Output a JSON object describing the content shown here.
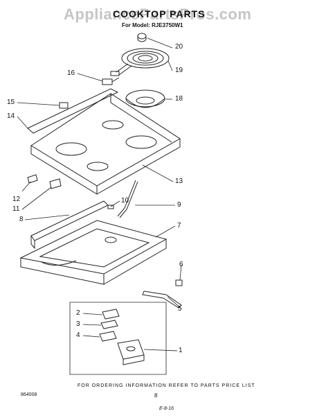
{
  "header": {
    "watermark": "AppliancePartsPros.com",
    "title": "COOKTOP PARTS",
    "model": "For Model: RJE3750W1"
  },
  "callouts": [
    "20",
    "19",
    "16",
    "18",
    "15",
    "14",
    "13",
    "12",
    "11",
    "10",
    "9",
    "8",
    "7",
    "6",
    "5",
    "2",
    "3",
    "4",
    "1"
  ],
  "footer": {
    "note": "FOR ORDERING INFORMATION REFER TO PARTS PRICE LIST",
    "page_number": "8",
    "doc_code": "864008",
    "handwriting": "E-8-16"
  }
}
